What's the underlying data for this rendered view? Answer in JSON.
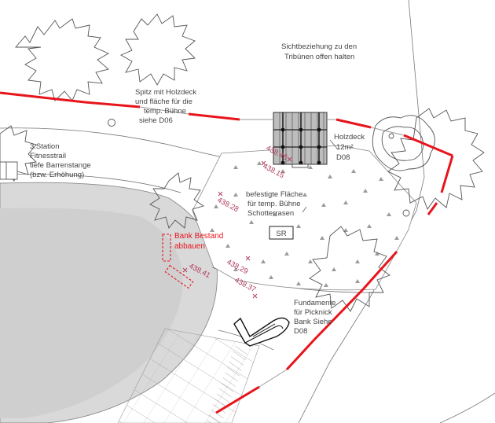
{
  "colors": {
    "accent_red": "#e8141b",
    "elevation_text": "#b03a5b",
    "label_text": "#444444",
    "grey_fill": "#d9d9d9",
    "grey_light": "#ececec"
  },
  "labels": {
    "sichtbeziehung_line1": "Sichtbeziehung zu den",
    "sichtbeziehung_line2": "Tribünen offen halten",
    "spitz_line1": "Spitz mit Holzdeck",
    "spitz_line2": "und fläche für die",
    "spitz_line3": "temp. Bühne",
    "spitz_line4": "siehe D06",
    "station_line1": "3.Station",
    "station_line2": "Fitnesstrail",
    "station_line3": "tiefe Barrenstange",
    "station_line4": "(bzw. Erhöhung)",
    "holzdeck_line1": "Holzdeck",
    "holzdeck_line2": "12m²",
    "holzdeck_line3": "D08",
    "flaeche_line1": "befestigte Fläche",
    "flaeche_line2": "für temp. Bühne",
    "flaeche_line3": "Schotterrasen",
    "sr_box": "SR",
    "bank_line1": "Bank Bestand",
    "bank_line2": "abbauen",
    "fundamente_line1": "Fundamente",
    "fundamente_line2": "für Picknick",
    "fundamente_line3": "Bank Siehe",
    "fundamente_line4": "D08"
  },
  "elevations": [
    {
      "id": "e1",
      "value": "438.46"
    },
    {
      "id": "e2",
      "value": "438.15"
    },
    {
      "id": "e3",
      "value": "438.28"
    },
    {
      "id": "e4",
      "value": "438.41"
    },
    {
      "id": "e5",
      "value": "438.29"
    },
    {
      "id": "e6",
      "value": "438.37"
    }
  ]
}
